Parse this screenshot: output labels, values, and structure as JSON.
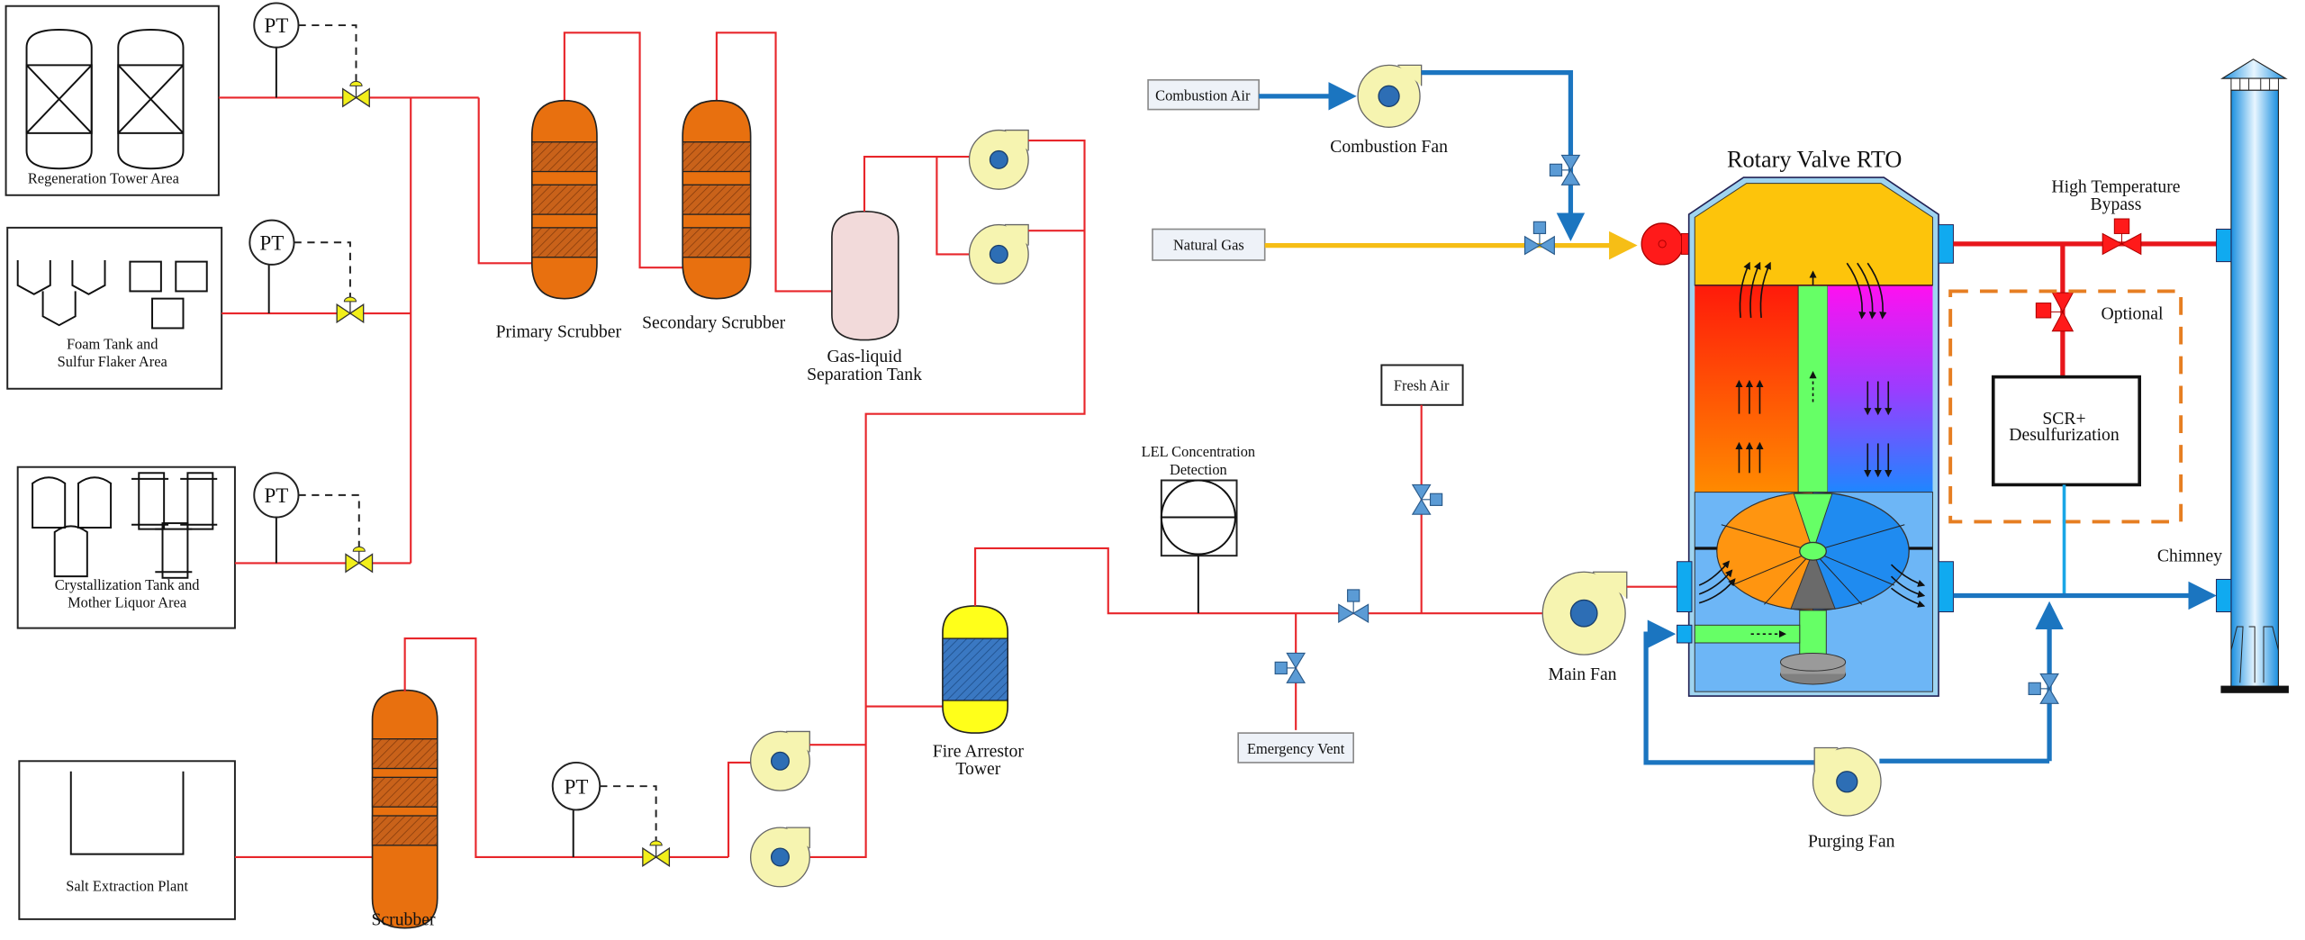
{
  "title": "Rotary Valve RTO process flow diagram",
  "colors": {
    "process_pipe": "#e8262b",
    "air_pipe": "#1b75c0",
    "gas_pipe": "#f6be16",
    "scrubber": "#e8700f",
    "valve_yellow": "#f2ef1a",
    "valve_blue": "#5b9bd5",
    "fan": "#f6f4b0",
    "optional_border": "#e67e22"
  },
  "source_areas": [
    {
      "id": "regeneration",
      "label": "Regeneration Tower Area"
    },
    {
      "id": "foam",
      "label_lines": [
        "Foam Tank and",
        "Sulfur Flaker Area"
      ]
    },
    {
      "id": "crystallization",
      "label_lines": [
        "Crystallization Tank and",
        "Mother Liquor Area"
      ]
    },
    {
      "id": "salt",
      "label": "Salt Extraction Plant"
    }
  ],
  "instruments": {
    "pressure_transmitter": "PT"
  },
  "equipment": {
    "primary_scrubber": "Primary Scrubber",
    "secondary_scrubber": "Secondary Scrubber",
    "separation_tank": [
      "Gas-liquid",
      "Separation Tank"
    ],
    "scrubber": "Scrubber",
    "fire_arrestor": [
      "Fire Arrestor",
      "Tower"
    ],
    "lel": [
      "LEL Concentration",
      "Detection"
    ],
    "fresh_air": "Fresh Air",
    "emergency_vent": "Emergency Vent",
    "main_fan": "Main Fan",
    "combustion_air": "Combustion Air",
    "combustion_fan": "Combustion Fan",
    "natural_gas": "Natural Gas",
    "rto": "Rotary Valve RTO",
    "bypass": [
      "High Temperature",
      "Bypass"
    ],
    "optional": "Optional",
    "scr": [
      "SCR+",
      "Desulfurization"
    ],
    "chimney": "Chimney",
    "purging_fan": "Purging Fan"
  }
}
